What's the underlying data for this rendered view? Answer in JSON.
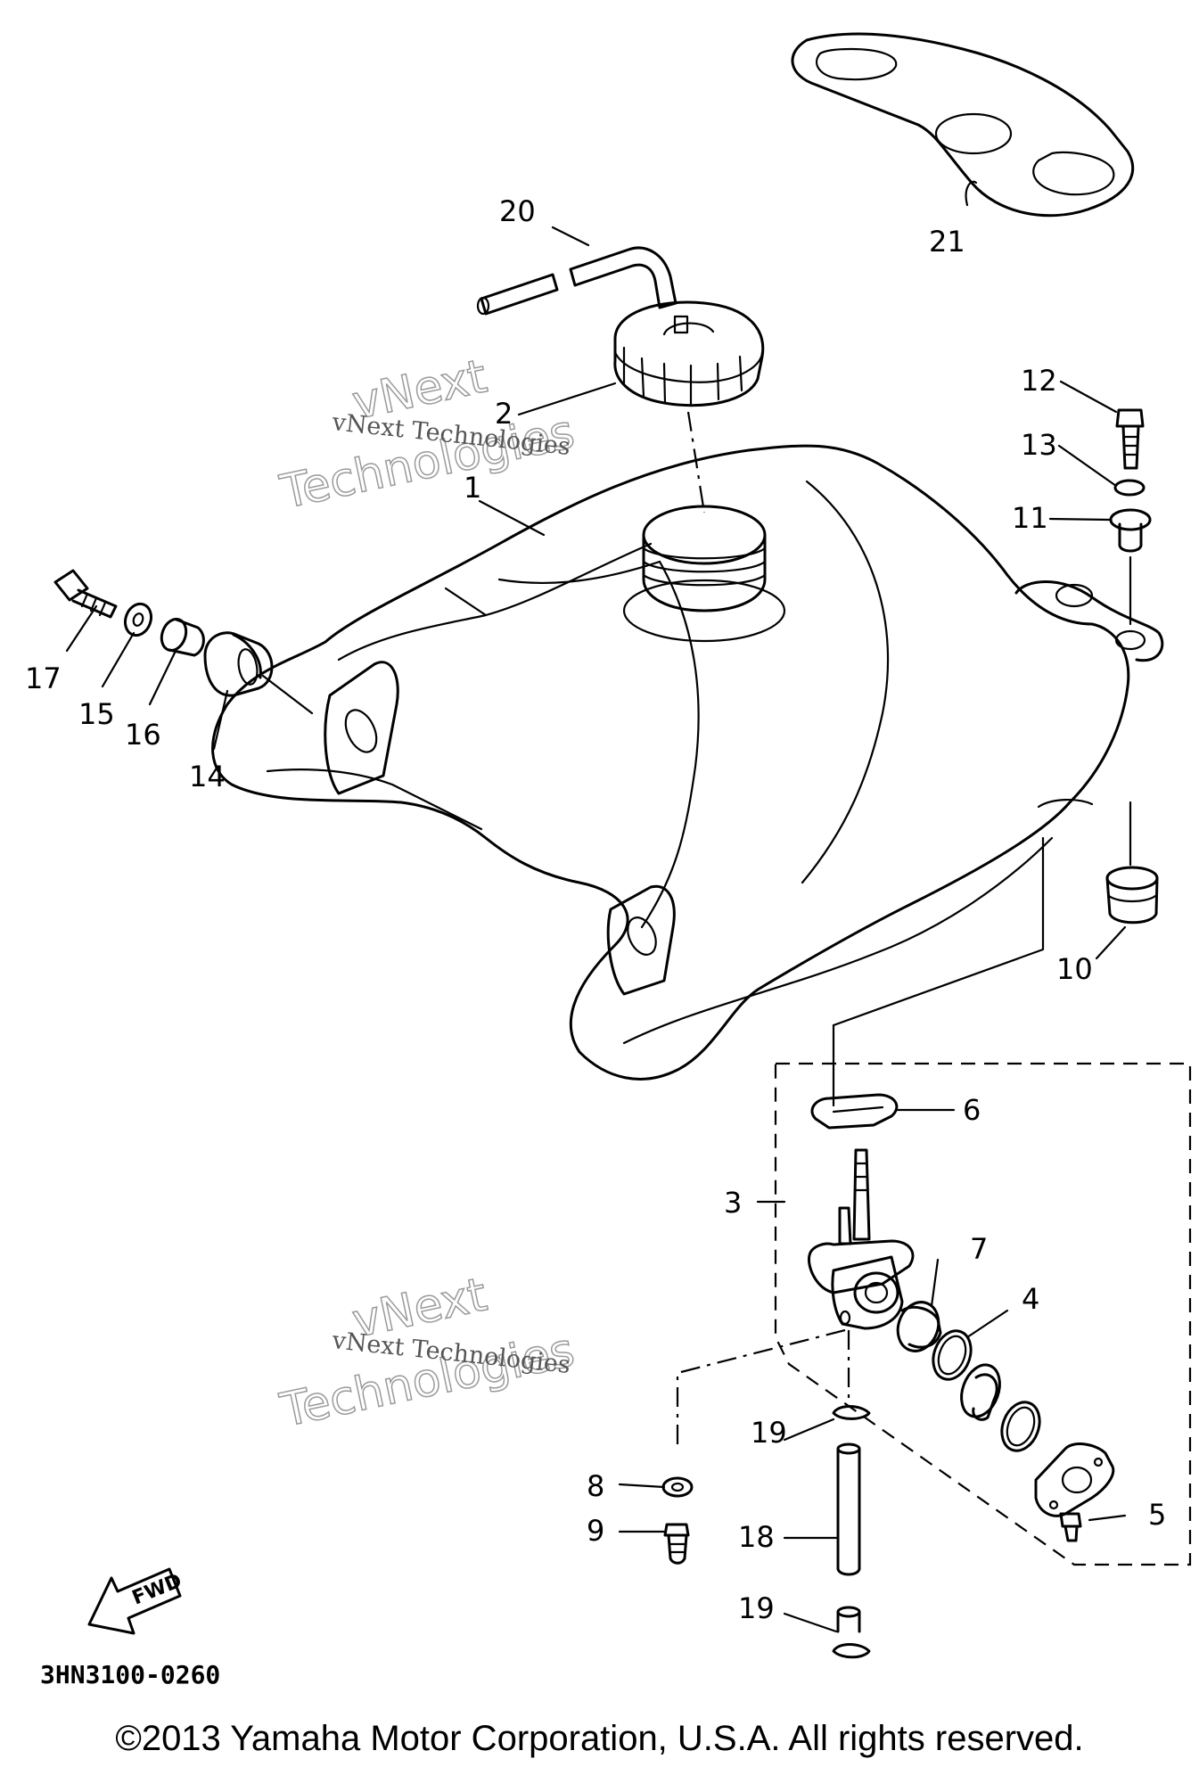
{
  "diagram": {
    "parts": [
      {
        "number": "1"
      },
      {
        "number": "2"
      },
      {
        "number": "3"
      },
      {
        "number": "4"
      },
      {
        "number": "5"
      },
      {
        "number": "6"
      },
      {
        "number": "7"
      },
      {
        "number": "8"
      },
      {
        "number": "9"
      },
      {
        "number": "10"
      },
      {
        "number": "11"
      },
      {
        "number": "12"
      },
      {
        "number": "13"
      },
      {
        "number": "14"
      },
      {
        "number": "15"
      },
      {
        "number": "16"
      },
      {
        "number": "17"
      },
      {
        "number": "18"
      },
      {
        "number": "19"
      },
      {
        "number": "19"
      },
      {
        "number": "20"
      },
      {
        "number": "21"
      }
    ],
    "watermark": {
      "line1": "vNext Technologies",
      "line2a": "vNext",
      "line2b": "Technologies"
    },
    "fwd_label": "FWD",
    "diagram_code": "3HN3100-0260",
    "copyright": "©2013 Yamaha Motor Corporation, U.S.A. All rights reserved."
  }
}
